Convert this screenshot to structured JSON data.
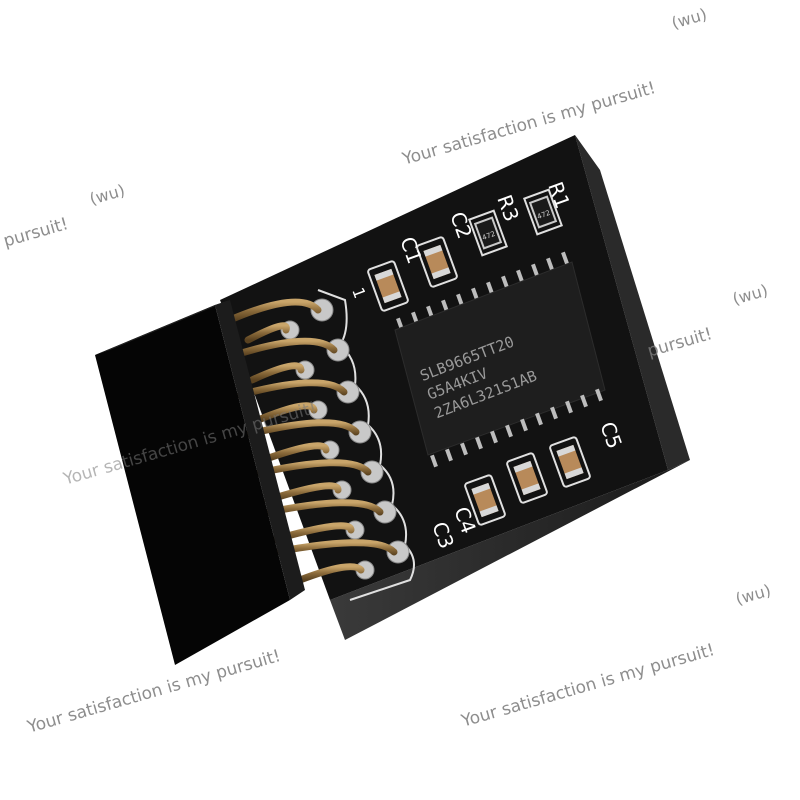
{
  "watermarks": [
    {
      "text": "Your satisfaction is my pursuit!"
    },
    {
      "text": "(wu)"
    },
    {
      "text": "pursuit!"
    },
    {
      "text": "(wu)"
    },
    {
      "text": "pursuit!"
    },
    {
      "text": "(wu)"
    },
    {
      "text": "Your satisfaction is my pursuit!"
    },
    {
      "text": "Your satisfaction is my pursuit!"
    },
    {
      "text": "Your satisfaction is my pursuit!"
    },
    {
      "text": "(wu)"
    }
  ],
  "board": {
    "labels": {
      "r1": "R1",
      "r3": "R3",
      "c1": "C1",
      "c2": "C2",
      "c4": "C4",
      "c3": "C3",
      "c5": "C5",
      "pin1": "1"
    },
    "resistor_markings": {
      "r1": "472",
      "r3": "472"
    },
    "chip_lines": [
      "SLB9665TT20",
      "G5A4KIV",
      "2ZA6L321S1AB"
    ],
    "colors": {
      "pcb": "#121212",
      "housing": "#0a0a0a",
      "pins": "#8a6a3a",
      "pads": "#c8c8c8",
      "capacitor": "#b88a5a"
    }
  }
}
